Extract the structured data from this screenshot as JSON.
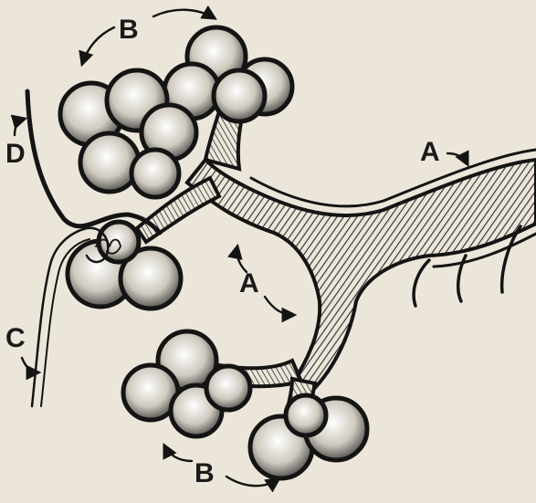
{
  "figure": {
    "labels": {
      "a_trunk": "A",
      "a_middle": "A",
      "b_top": "B",
      "b_bottom": "B",
      "c": "C",
      "d": "D"
    },
    "colors": {
      "background": "#ece6da",
      "ink": "#141414",
      "shade": "#3a3a3a"
    }
  }
}
